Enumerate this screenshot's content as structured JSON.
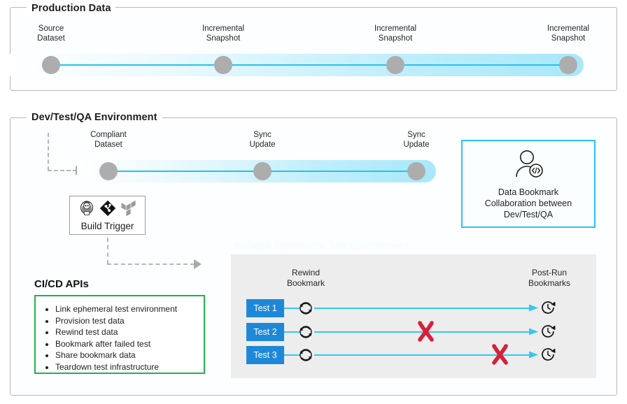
{
  "production": {
    "title": "Production Data",
    "nodes": [
      {
        "label": "Source\nDataset",
        "name": "source-dataset"
      },
      {
        "label": "Incremental\nSnapshot",
        "name": "incremental-snapshot-1"
      },
      {
        "label": "Incremental\nSnapshot",
        "name": "incremental-snapshot-2"
      },
      {
        "label": "Incremental\nSnapshot",
        "name": "incremental-snapshot-3"
      }
    ]
  },
  "devtest": {
    "title": "Dev/Test/QA Environment",
    "nodes": [
      {
        "label": "Compliant\nDataset",
        "name": "compliant-dataset"
      },
      {
        "label": "Sync\nUpdate",
        "name": "sync-update-1"
      },
      {
        "label": "Sync\nUpdate",
        "name": "sync-update-2"
      }
    ],
    "build_trigger": {
      "label": "Build Trigger",
      "icons": [
        "jenkins-icon",
        "git-icon",
        "terraform-icon"
      ]
    },
    "collaboration": {
      "icon": "user-code-icon",
      "text": "Data Bookmark\nCollaboration between\nDev/Test/QA"
    },
    "cicd": {
      "title": "CI/CD APIs",
      "items": [
        "Link ephemeral test environment",
        "Provision test data",
        "Rewind test data",
        "Bookmark after failed test",
        "Share bookmark data",
        "Teardown test infrastructure"
      ]
    },
    "test_panel": {
      "watermark": "Isolated Ephemeral Test Environment",
      "col_left": "Rewind\nBookmark",
      "col_right": "Post-Run\nBookmarks",
      "rows": [
        {
          "label": "Test 1",
          "failed": false
        },
        {
          "label": "Test 2",
          "failed": true
        },
        {
          "label": "Test 3",
          "failed": true
        }
      ]
    }
  },
  "colors": {
    "accent_cyan": "#22c3f0",
    "node_gray": "#adadad",
    "test_blue": "#1e88d8",
    "fail_red": "#d6213a",
    "api_green": "#22b14c"
  }
}
